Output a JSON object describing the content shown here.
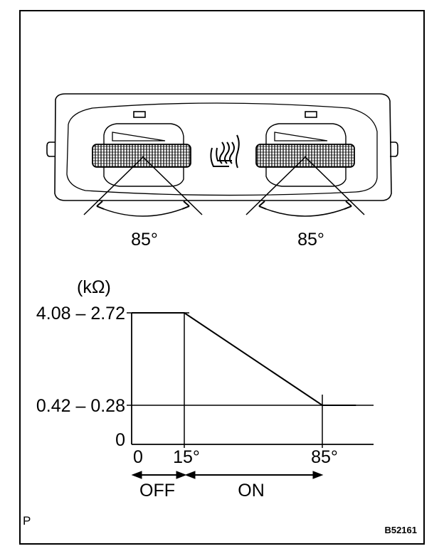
{
  "panel": {
    "left_angle": "85°",
    "right_angle": "85°"
  },
  "chart_data": {
    "type": "line",
    "y_unit": "(kΩ)",
    "y_tick_labels": [
      "4.08 – 2.72",
      "0.42 – 0.28",
      "0"
    ],
    "x_tick_labels": [
      "0",
      "15°",
      "85°"
    ],
    "series": [
      {
        "points": [
          {
            "x": 0,
            "y": "4.08 – 2.72"
          },
          {
            "x": 15,
            "y": "4.08 – 2.72"
          },
          {
            "x": 85,
            "y": "0.42 – 0.28"
          },
          {
            "x": 100,
            "y": "0.42 – 0.28"
          }
        ]
      }
    ],
    "ranges": [
      {
        "label": "OFF",
        "from": 0,
        "to": 15
      },
      {
        "label": "ON",
        "from": 15,
        "to": 85
      }
    ]
  },
  "corner_left": "P",
  "figure_code": "B52161"
}
